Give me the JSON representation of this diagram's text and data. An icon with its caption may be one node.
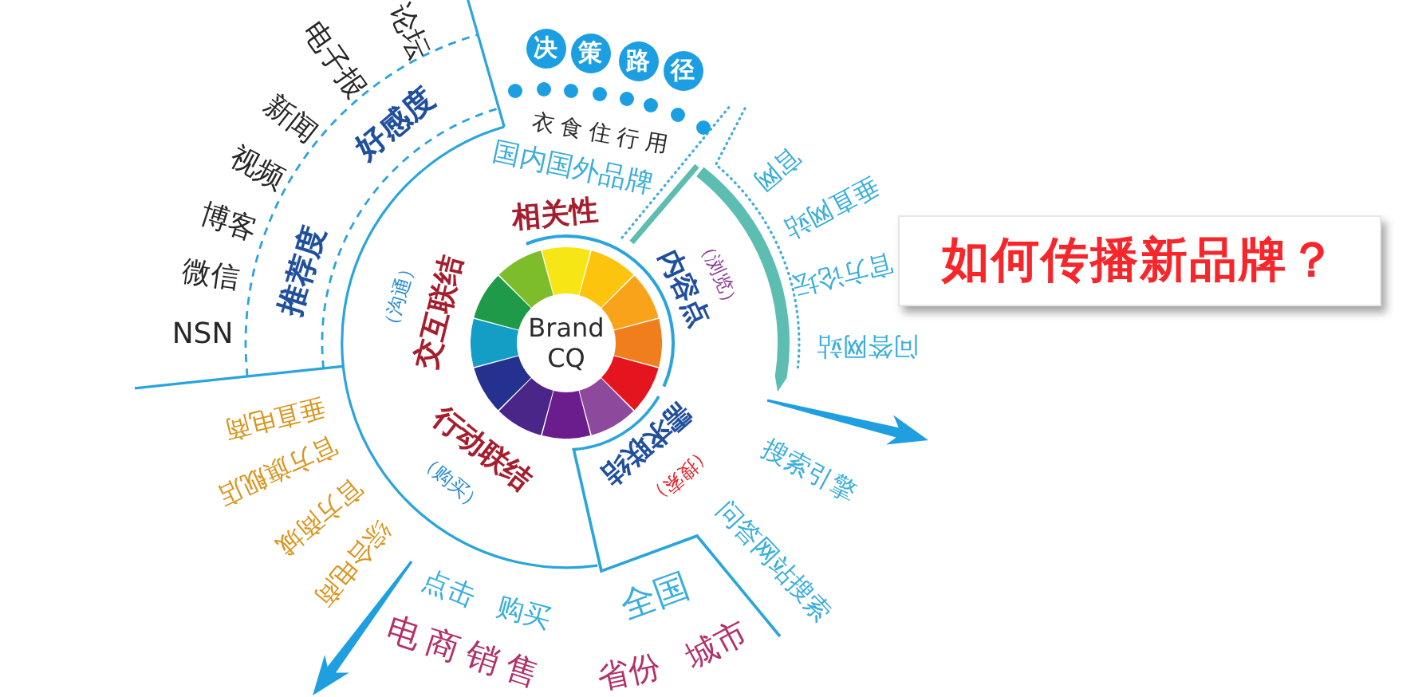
{
  "diagram": {
    "title": "如何传播新品牌？",
    "nodes": [
      {
        "text": [
          "决"
        ]
      },
      {
        "text": [
          "策"
        ]
      },
      {
        "text": [
          "路"
        ]
      },
      {
        "text": [
          "径"
        ]
      },
      {
        "text": [
          "Brand CQ"
        ]
      }
    ],
    "labels": [
      "NSN",
      "微信",
      "博客",
      "视频",
      "新闻",
      "电子报",
      "论坛",
      "推荐度",
      "好感度",
      "衣食住行用",
      "国内国外品牌",
      "官网",
      "垂直网站",
      "官方论坛",
      "问答网站",
      "相关性",
      "交互联结",
      "（沟通）",
      "内容点",
      "（浏览）",
      "需求联结",
      "（搜索）",
      "行动联结",
      "（购买）",
      "垂直电商",
      "官方旗舰店",
      "官方商城",
      "综合电商",
      "搜索引擎",
      "问答网站搜索",
      "点击",
      "购买",
      "全国",
      "城市",
      "省份",
      "电商销售"
    ]
  }
}
